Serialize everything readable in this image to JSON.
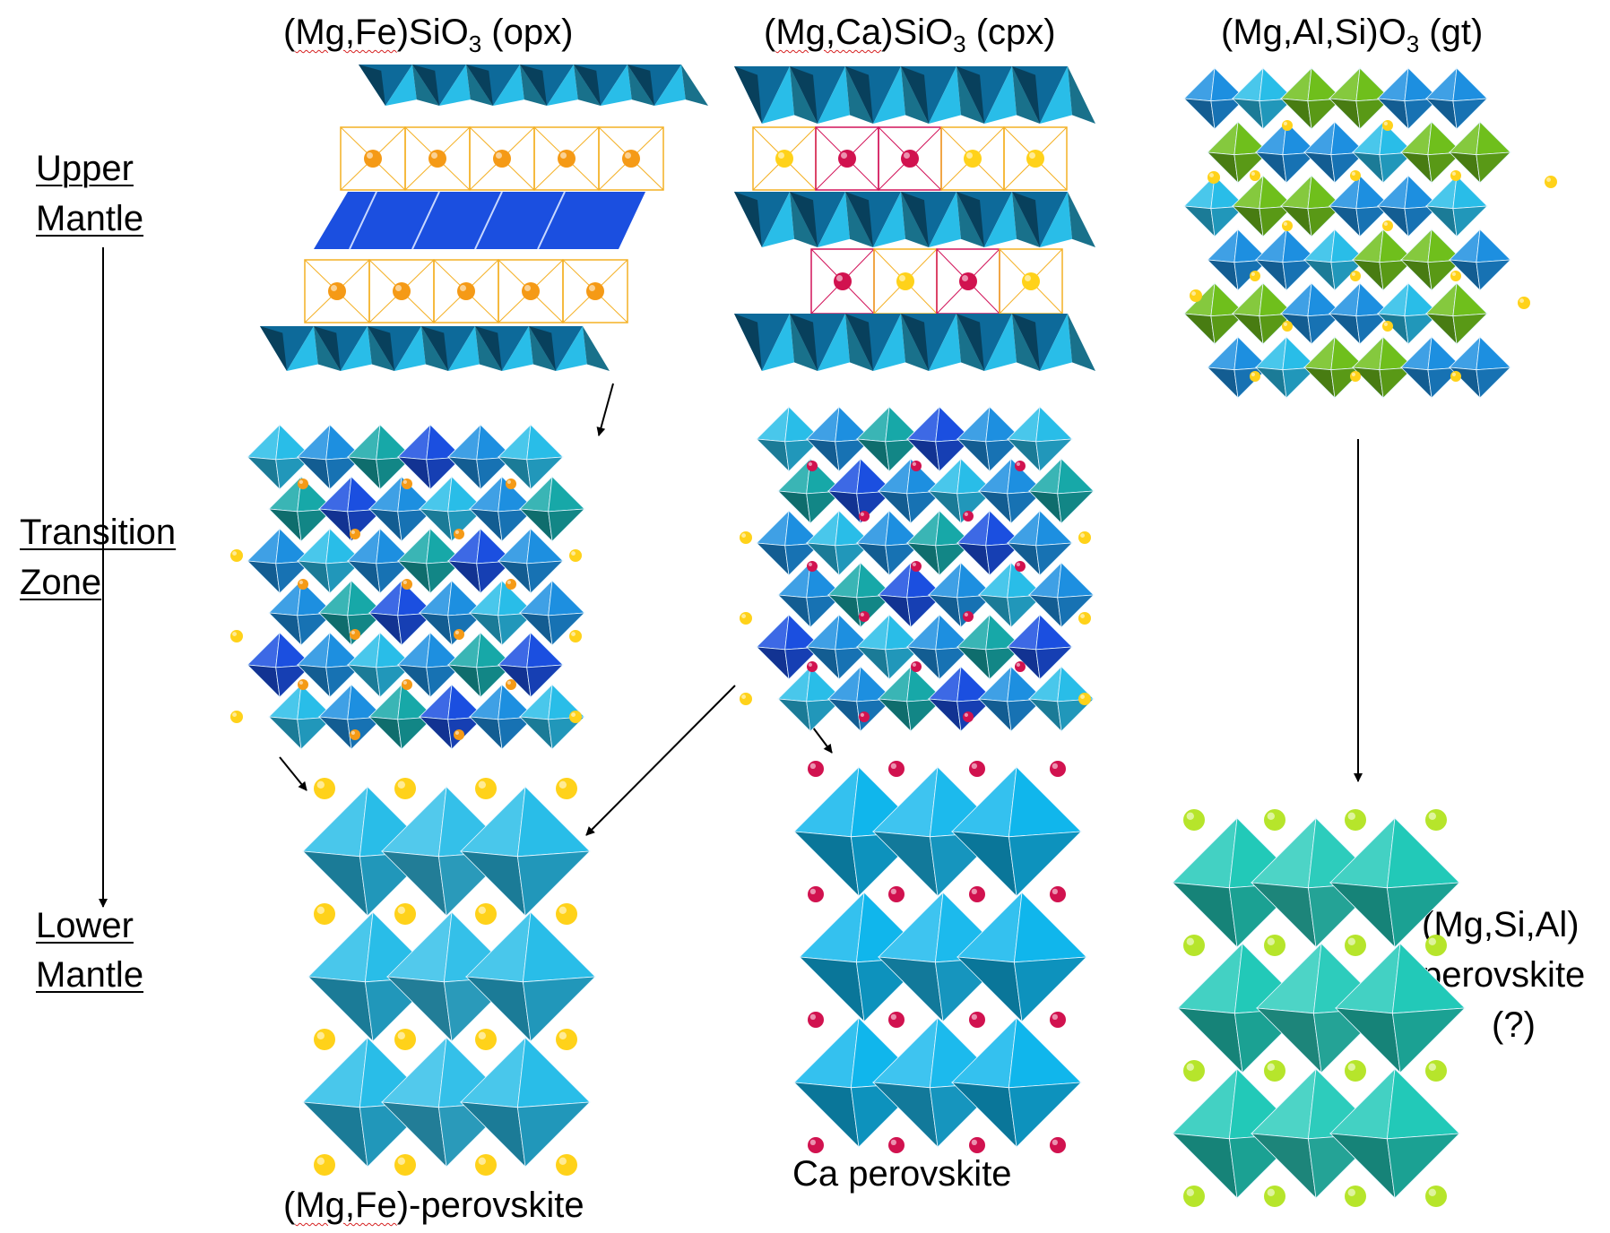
{
  "zones": {
    "upper_1": "Upper",
    "upper_2": "Mantle",
    "transition_1": "Transition",
    "transition_2": "Zone",
    "lower_1": "Lower",
    "lower_2": "Mantle"
  },
  "headers": {
    "opx_prefix": "(",
    "opx_word": "Mg,Fe",
    "opx_rest": ")SiO",
    "opx_sub": "3",
    "opx_tag": " (opx)",
    "cpx_prefix": "(",
    "cpx_word": "Mg,Ca",
    "cpx_rest": ")SiO",
    "cpx_sub": "3",
    "cpx_tag": " (cpx)",
    "gt_main": "(Mg,Al,Si)O",
    "gt_sub": "3",
    "gt_tag": " (gt)"
  },
  "bottom_labels": {
    "mgfe_prefix": "(",
    "mgfe_word": "Mg,Fe",
    "mgfe_rest": ")-perovskite",
    "ca_perovskite": "Ca perovskite",
    "mgsial_1": "(Mg,Si,Al)",
    "mgsial_2": "perovskite",
    "mgsial_3": "(?)"
  },
  "colors": {
    "tetra_light": "#29bde8",
    "tetra_dark": "#0d6a9a",
    "tetra_blue": "#1b4fe0",
    "octa_blue": "#1d8fe0",
    "octa_teal": "#17a8a8",
    "garnet_green": "#6fbf1c",
    "atom_yellow": "#ffd21a",
    "atom_orange": "#f59a16",
    "atom_magenta": "#d1124f",
    "atom_lime": "#b6e52b",
    "frame_orange": "#f4b024",
    "frame_magenta": "#d2145a"
  }
}
